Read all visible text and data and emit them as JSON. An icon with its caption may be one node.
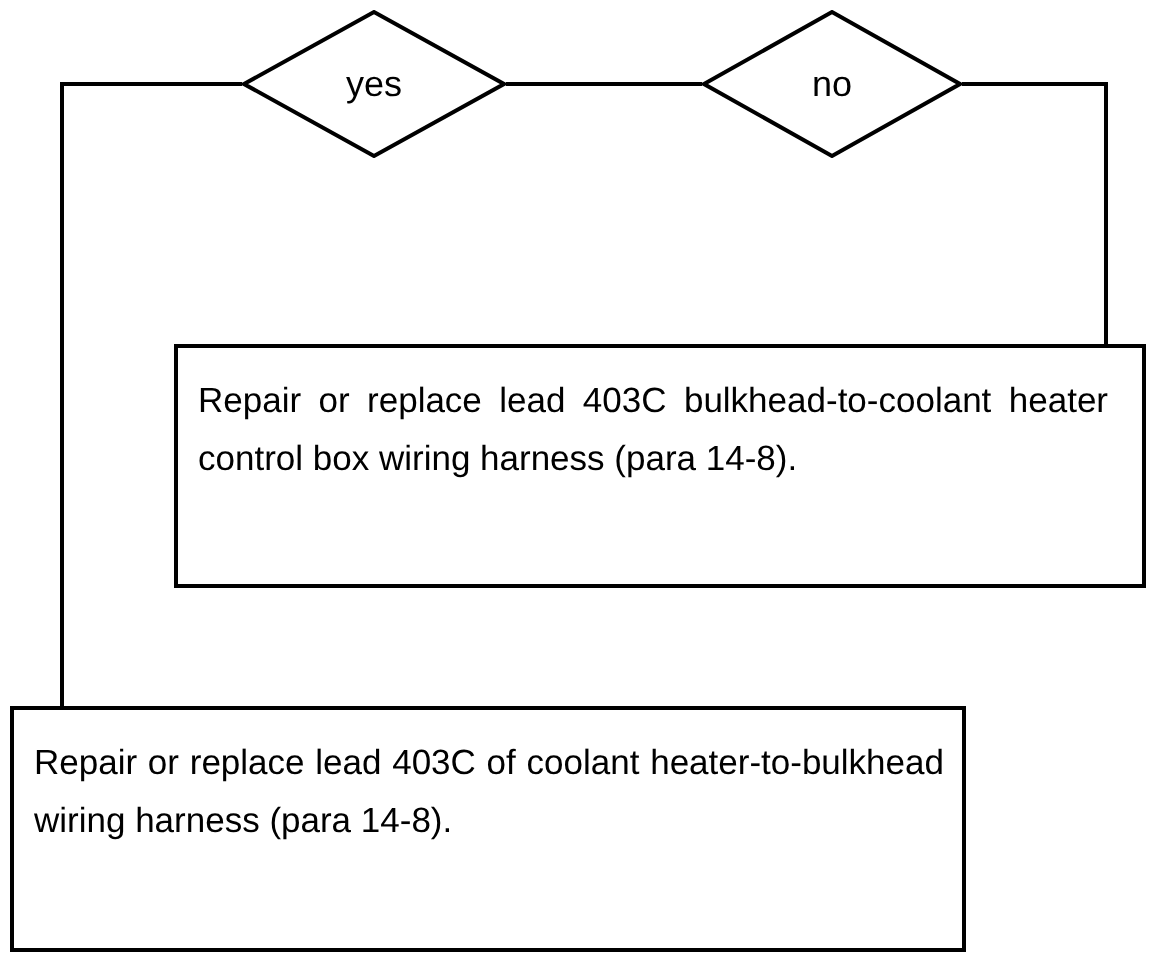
{
  "diagram": {
    "nodes": [
      {
        "text": [
          "yes"
        ]
      },
      {
        "text": [
          "no"
        ]
      },
      {
        "text": [
          "Repair or replace lead 403C bulkhead-to-coolant heater control box wiring harness (para 14-8)."
        ]
      },
      {
        "text": [
          "Repair or replace lead 403C of coolant heater-to-bulkhead wiring harness (para 14-8)."
        ]
      }
    ],
    "edges": [
      {
        "from": 0,
        "to": 1,
        "arrow": "none"
      },
      {
        "from": 1,
        "to": 2,
        "arrow": "none"
      },
      {
        "from": 0,
        "to": 3,
        "arrow": "none"
      }
    ]
  }
}
